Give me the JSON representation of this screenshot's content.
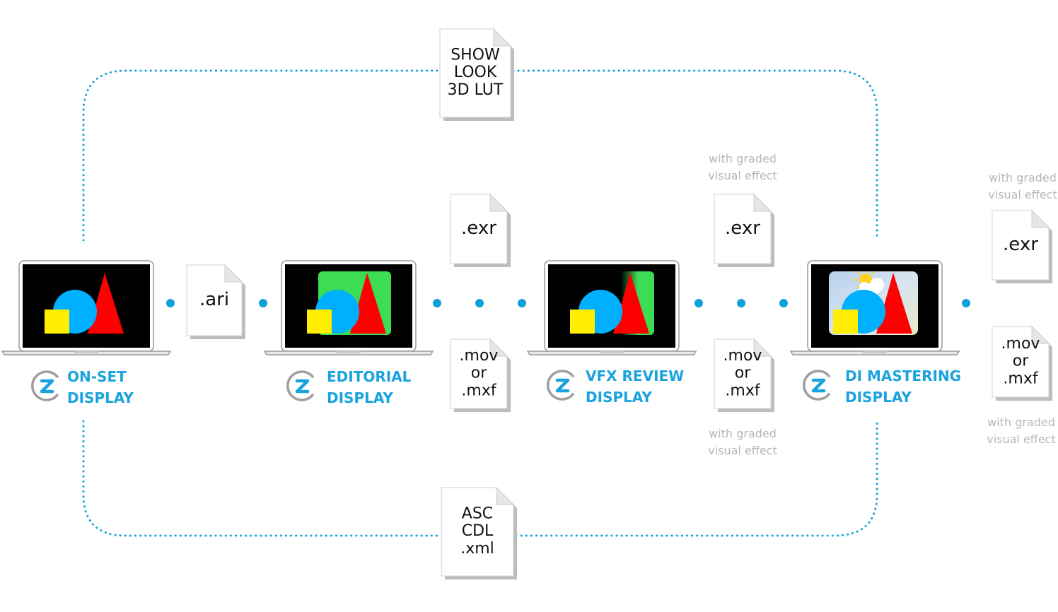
{
  "colors": {
    "accent": "#1aa3de",
    "connector": "#0ea0db",
    "note": "#b7b7b7",
    "red_shape": "#ff0000",
    "cyan_shape": "#00b0ff",
    "yellow_shape": "#ffee00",
    "green_frame": "#3ddc55"
  },
  "stations": [
    {
      "line1": "ON-SET",
      "line2": "DISPLAY",
      "icon": "z-logo-icon"
    },
    {
      "line1": "EDITORIAL",
      "line2": "DISPLAY",
      "icon": "z-logo-icon"
    },
    {
      "line1": "VFX REVIEW",
      "line2": "DISPLAY",
      "icon": "z-logo-icon"
    },
    {
      "line1": "DI MASTERING",
      "line2": "DISPLAY",
      "icon": "z-logo-icon"
    }
  ],
  "files": {
    "ari": [
      ".ari"
    ],
    "exr": [
      ".exr"
    ],
    "mov_mxf": [
      ".mov",
      "or",
      ".mxf"
    ],
    "show_look": [
      "SHOW",
      "LOOK",
      "3D LUT"
    ],
    "asc_cdl": [
      "ASC",
      "CDL",
      ".xml"
    ]
  },
  "notes": {
    "graded": [
      "with graded",
      "visual effect"
    ]
  }
}
